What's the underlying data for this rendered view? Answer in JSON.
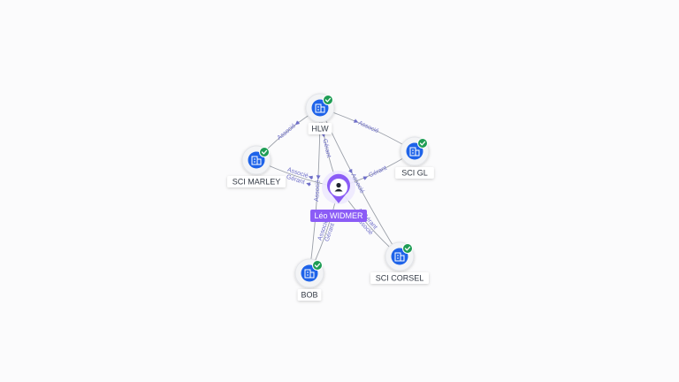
{
  "colors": {
    "edge": "#9a9fa8",
    "edge_label": "#6f6fc9",
    "company_icon_bg": "#1e63e9",
    "verified_badge": "#1f9d55",
    "person_accent": "#8b5cf6"
  },
  "center": {
    "id": "leo",
    "label": "Léo WIDMER",
    "icon": "user-icon"
  },
  "companies": [
    {
      "id": "hlw",
      "label": "HLW",
      "icon": "building-icon",
      "verified": true
    },
    {
      "id": "marley",
      "label": "SCI MARLEY",
      "icon": "building-icon",
      "verified": true
    },
    {
      "id": "scigl",
      "label": "SCI GL",
      "icon": "building-icon",
      "verified": true
    },
    {
      "id": "bob",
      "label": "BOB",
      "icon": "building-icon",
      "verified": true
    },
    {
      "id": "corsel",
      "label": "SCI CORSEL",
      "icon": "building-icon",
      "verified": true
    }
  ],
  "links": [
    {
      "id": "hlw-marley",
      "from": "hlw",
      "to": "marley",
      "labels": [
        "Associé"
      ]
    },
    {
      "id": "hlw-scigl",
      "from": "hlw",
      "to": "scigl",
      "labels": [
        "Associé"
      ]
    },
    {
      "id": "hlw-leo",
      "from": "hlw",
      "to": "leo",
      "labels": [
        "Gérant"
      ]
    },
    {
      "id": "hlw-bob",
      "from": "hlw",
      "to": "bob",
      "labels": [
        "Associé"
      ]
    },
    {
      "id": "hlw-corsel",
      "from": "hlw",
      "to": "corsel",
      "labels": [
        "Associé"
      ]
    },
    {
      "id": "leo-marley",
      "from": "leo",
      "to": "marley",
      "labels": [
        "Gérant",
        "Associé"
      ]
    },
    {
      "id": "leo-scigl",
      "from": "leo",
      "to": "scigl",
      "labels": [
        "Gérant"
      ]
    },
    {
      "id": "leo-bob",
      "from": "leo",
      "to": "bob",
      "labels": [
        "Gérant",
        "Associé"
      ]
    },
    {
      "id": "leo-corsel",
      "from": "leo",
      "to": "corsel",
      "labels": [
        "Gérant",
        "Associé"
      ]
    }
  ]
}
